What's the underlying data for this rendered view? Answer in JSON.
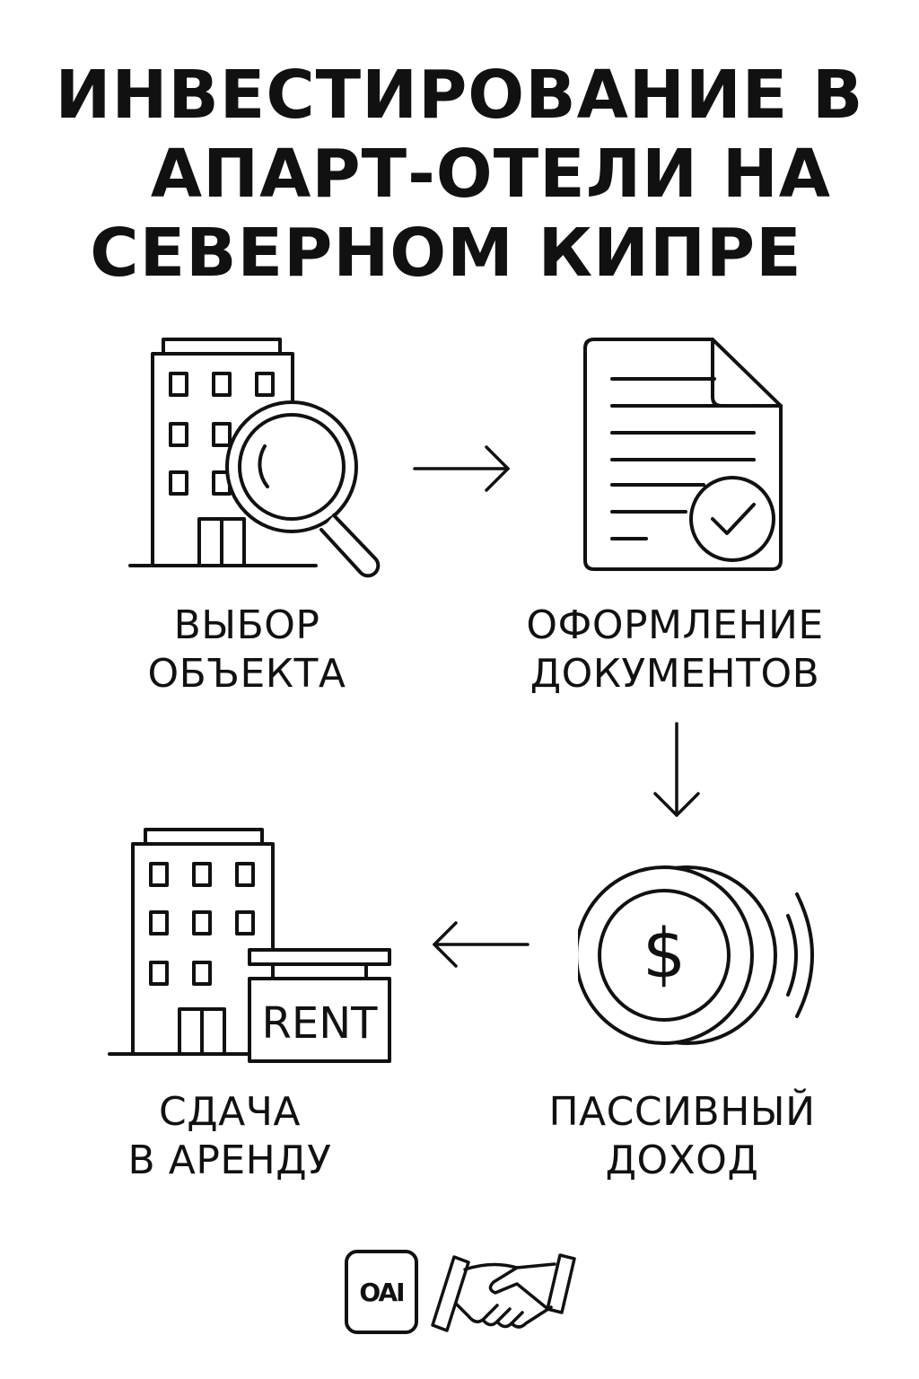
{
  "title": {
    "line1": "ИНВЕСТИРОВАНИЕ В",
    "line2": "АПАРТ-ОТЕЛИ НА",
    "line3": "СЕВЕРНОМ КИПРЕ"
  },
  "steps": [
    {
      "line1": "ВЫБОР",
      "line2": "ОБЪЕКТА",
      "icon": "building-search-icon"
    },
    {
      "line1": "ОФОРМЛЕНИЕ",
      "line2": "ДОКУМЕНТОВ",
      "icon": "document-check-icon"
    },
    {
      "line1": "ПАССИВНЫЙ",
      "line2": "ДОХОД",
      "icon": "dollar-coin-icon"
    },
    {
      "line1": "СДАЧА",
      "line2": "В АРЕНДУ",
      "icon": "building-rent-sign-icon"
    }
  ],
  "rent_sign": "RENT",
  "coin_symbol": "$",
  "footer": {
    "logo_text": "OAI",
    "handshake_icon": "handshake-icon"
  },
  "colors": {
    "ink": "#111111",
    "background": "#ffffff"
  }
}
